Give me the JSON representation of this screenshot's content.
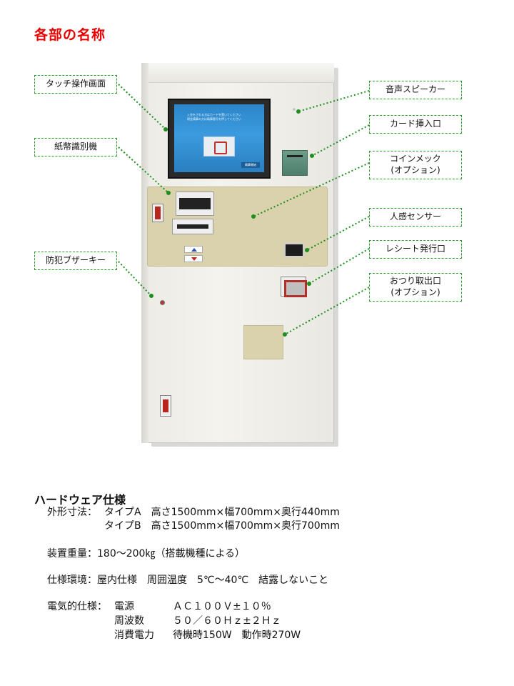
{
  "title": "各部の名称",
  "screen": {
    "line1": "入金をされる方はカードを置いてください",
    "line2": "現金精算の方は精算番号を押してください",
    "button": "精算開始"
  },
  "callouts": {
    "touch_screen": "タッチ操作画面",
    "bill_validator": "紙幣識別機",
    "security_buzzer": "防犯ブザーキー",
    "speaker": "音声スピーカー",
    "card_slot": "カード挿入口",
    "coin_mech_1": "コインメック",
    "coin_mech_2": "(オプション)",
    "human_sensor": "人感センサー",
    "receipt": "レシート発行口",
    "change_1": "おつり取出口",
    "change_2": "(オプション)"
  },
  "specs": {
    "heading": "ハードウェア仕様",
    "dim_label": "外形寸法：",
    "dim_a": "タイプA　高さ1500mm×幅700mm×奥行440mm",
    "dim_b": "タイプB　高さ1500mm×幅700mm×奥行700mm",
    "weight": "装置重量：180～200㎏（搭載機種による）",
    "env": "仕様環境：屋内仕様　周囲温度　5℃～40℃　結露しないこと",
    "elec_label": "電気的仕様：",
    "power_label": "電源",
    "power_value": "ＡＣ１００Ｖ±１０％",
    "freq_label": "周波数",
    "freq_value": "５０／６０Ｈｚ±２Ｈｚ",
    "consumption_label": "消費電力",
    "consumption_value": "待機時150W　動作時270W"
  }
}
